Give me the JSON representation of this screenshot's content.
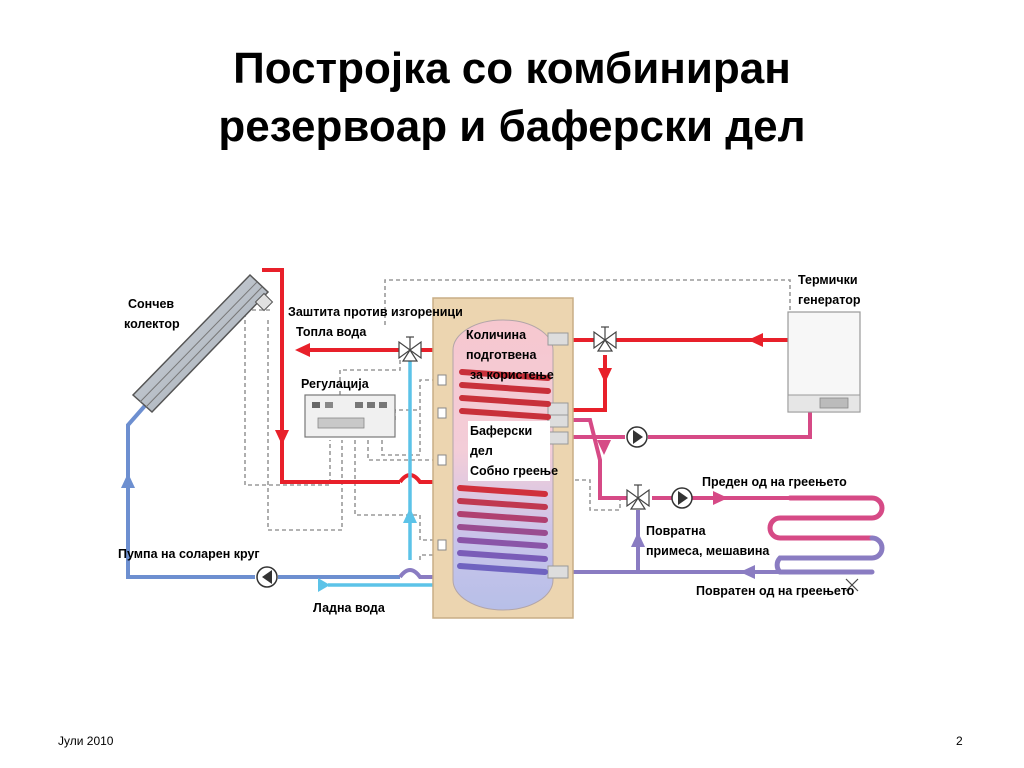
{
  "title": {
    "line1": "Постројка со комбиниран",
    "line2": "резервоар и баферски дел"
  },
  "labels": {
    "solar_collector": [
      "Сончев",
      "колектор"
    ],
    "scald_protection": "Заштита против изгореници",
    "hot_water": "Топла вода",
    "regulation": "Регулација",
    "quantity_prepared": [
      "Количина",
      "подготвена",
      "за користење"
    ],
    "buffer": [
      "Баферски",
      "дел",
      "Собно греење"
    ],
    "thermal_generator": [
      "Термички",
      "генератор"
    ],
    "heating_flow": "Преден од на греењето",
    "return_mix": [
      "Повратна",
      "примеса, мешавина"
    ],
    "solar_pump": "Пумпа на соларен круг",
    "cold_water": "Ладна вода",
    "heating_return": "Повратен од на греењето"
  },
  "footer": {
    "date": "Јули 2010",
    "page": "2"
  },
  "colors": {
    "hot": "#e8202a",
    "return": "#8a7cc2",
    "solar": "#6d8fd0",
    "cold": "#5cc3e8",
    "heating": "#d64a86",
    "tank_frame": "#ecd5b0",
    "control": "#9a9a9a"
  }
}
